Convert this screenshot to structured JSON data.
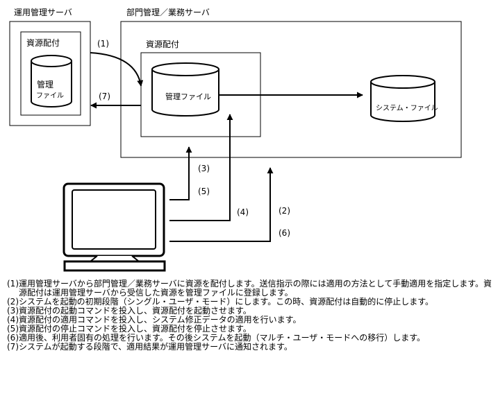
{
  "servers": {
    "admin_title": "運用管理サーバ",
    "dept_title": "部門管理／業務サーバ"
  },
  "boxes": {
    "admin_resource": "資源配付",
    "dept_resource": "資源配付"
  },
  "cylinders": {
    "admin_file_line1": "管理",
    "admin_file_line2": "ファイル",
    "dept_file": "管理ファイル",
    "system_file": "システム・ファイル"
  },
  "arrow_labels": {
    "a1": "(1)",
    "a7": "(7)",
    "a3": "(3)",
    "a5": "(5)",
    "a4": "(4)",
    "a2": "(2)",
    "a6": "(6)"
  },
  "notes": [
    {
      "num": "(1)",
      "text": "運用管理サーバから部門管理／業務サーバに資源を配付します。送信指示の際には適用の方法として手動適用を指定します。資源配付は運用管理サーバから受信した資源を管理ファイルに登録します。"
    },
    {
      "num": "(2)",
      "text": "システムを起動の初期段階（シングル・ユーザ・モード）にします。この時、資源配付は自動的に停止します。"
    },
    {
      "num": "(3)",
      "text": "資源配付の起動コマンドを投入し、資源配付を起動させます。"
    },
    {
      "num": "(4)",
      "text": "資源配付の適用コマンドを投入し、システム修正データの適用を行います。"
    },
    {
      "num": "(5)",
      "text": "資源配付の停止コマンドを投入し、資源配付を停止させます。"
    },
    {
      "num": "(6)",
      "text": "適用後、利用者固有の処理を行います。その後システムを起動（マルチ・ユーザ・モードへの移行）します。"
    },
    {
      "num": "(7)",
      "text": "システムが起動する段階で、適用結果が運用管理サーバに通知されます。"
    }
  ]
}
